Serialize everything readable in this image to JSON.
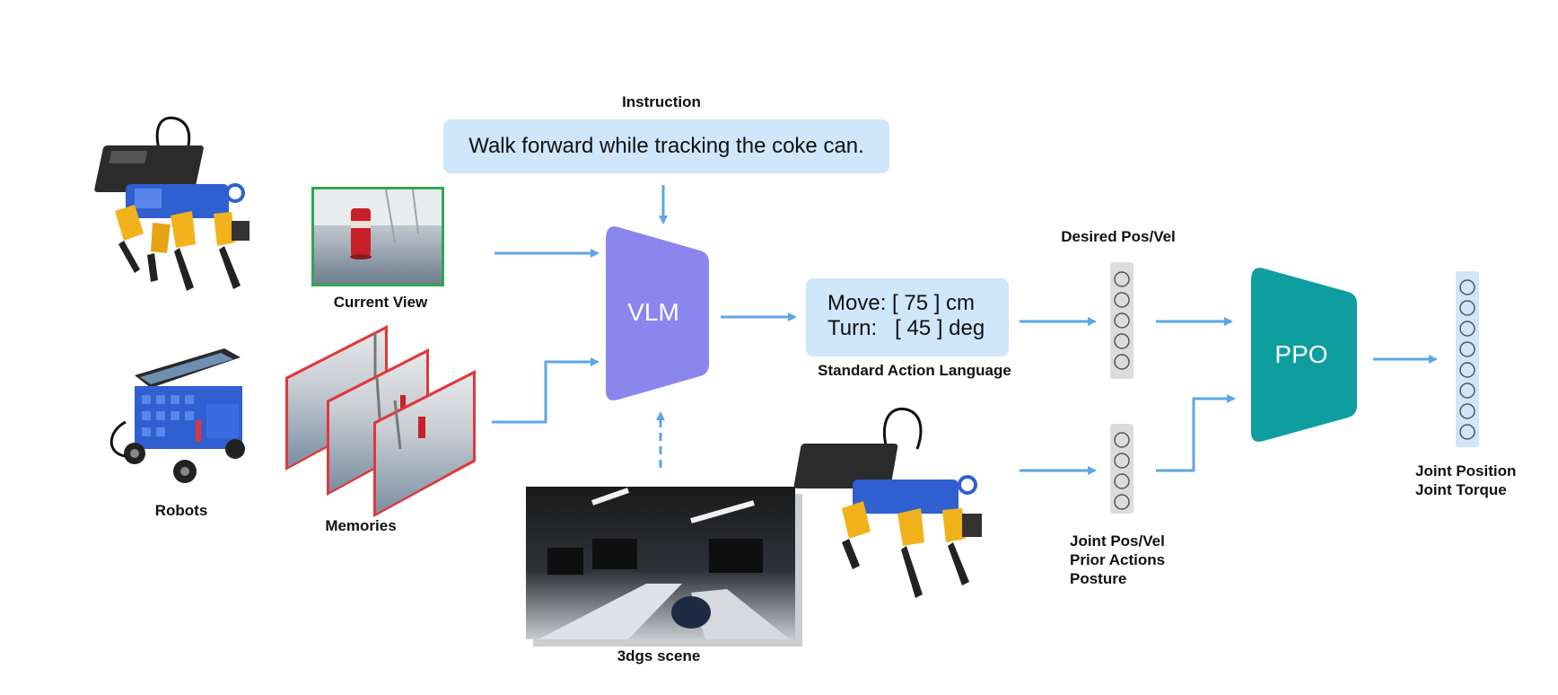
{
  "labels": {
    "instruction": "Instruction",
    "robots": "Robots",
    "current_view": "Current View",
    "memories": "Memories",
    "scene": "3dgs scene",
    "vlm": "VLM",
    "ppo": "PPO",
    "standard_action_language": "Standard Action Language",
    "desired": "Desired Pos/Vel",
    "joint_inputs": [
      "Joint Pos/Vel",
      "Prior Actions",
      "Posture"
    ],
    "outputs": [
      "Joint Position",
      "Joint Torque"
    ]
  },
  "instruction_text": "Walk forward while tracking the coke can.",
  "action_language": {
    "move": "Move: [ 75 ] cm",
    "turn": "Turn:   [ 45 ] deg"
  },
  "colors": {
    "vlm": "#8b86ee",
    "ppo": "#0e9ea0",
    "arrow": "#5ea6e3",
    "text_box": "#cfe6fb",
    "current_view_border": "#2fa84f",
    "memory_border": "#e0383a",
    "robot_yellow": "#f2b21c",
    "robot_blue": "#2f5fd0"
  }
}
